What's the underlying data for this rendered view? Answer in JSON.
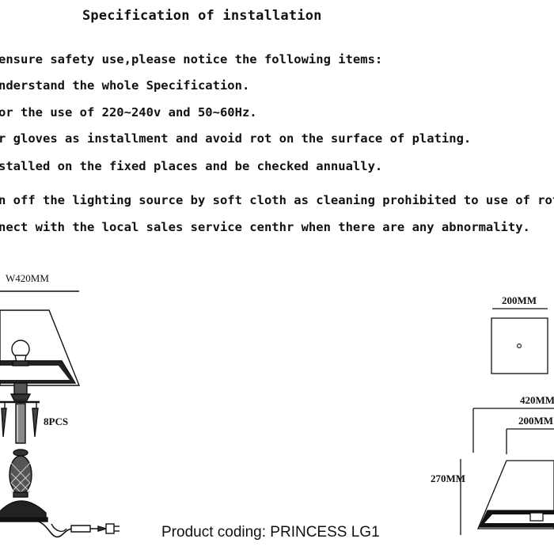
{
  "document": {
    "title": "Specification of installation",
    "lines": [
      "ensure safety use,please notice the following items:",
      "nderstand the whole Specification.",
      "or the use of 220~240v and 50~60Hz.",
      "r gloves as installment and avoid rot on the surface of plating.",
      "stalled on the fixed places and be checked annually.",
      "n off the lighting source by soft cloth as cleaning prohibited to use of rotted detergen",
      "nect with the local sales service centhr when there are any abnormality."
    ]
  },
  "drawing": {
    "width_label": "W420MM",
    "crystals_label": "8PCS",
    "top_view_label": "200MM",
    "shade_bottom_label": "420MM",
    "shade_top_label": "200MM",
    "height_label": "270MM"
  },
  "footer": {
    "product_coding": "Product coding: PRINCESS LG1"
  }
}
